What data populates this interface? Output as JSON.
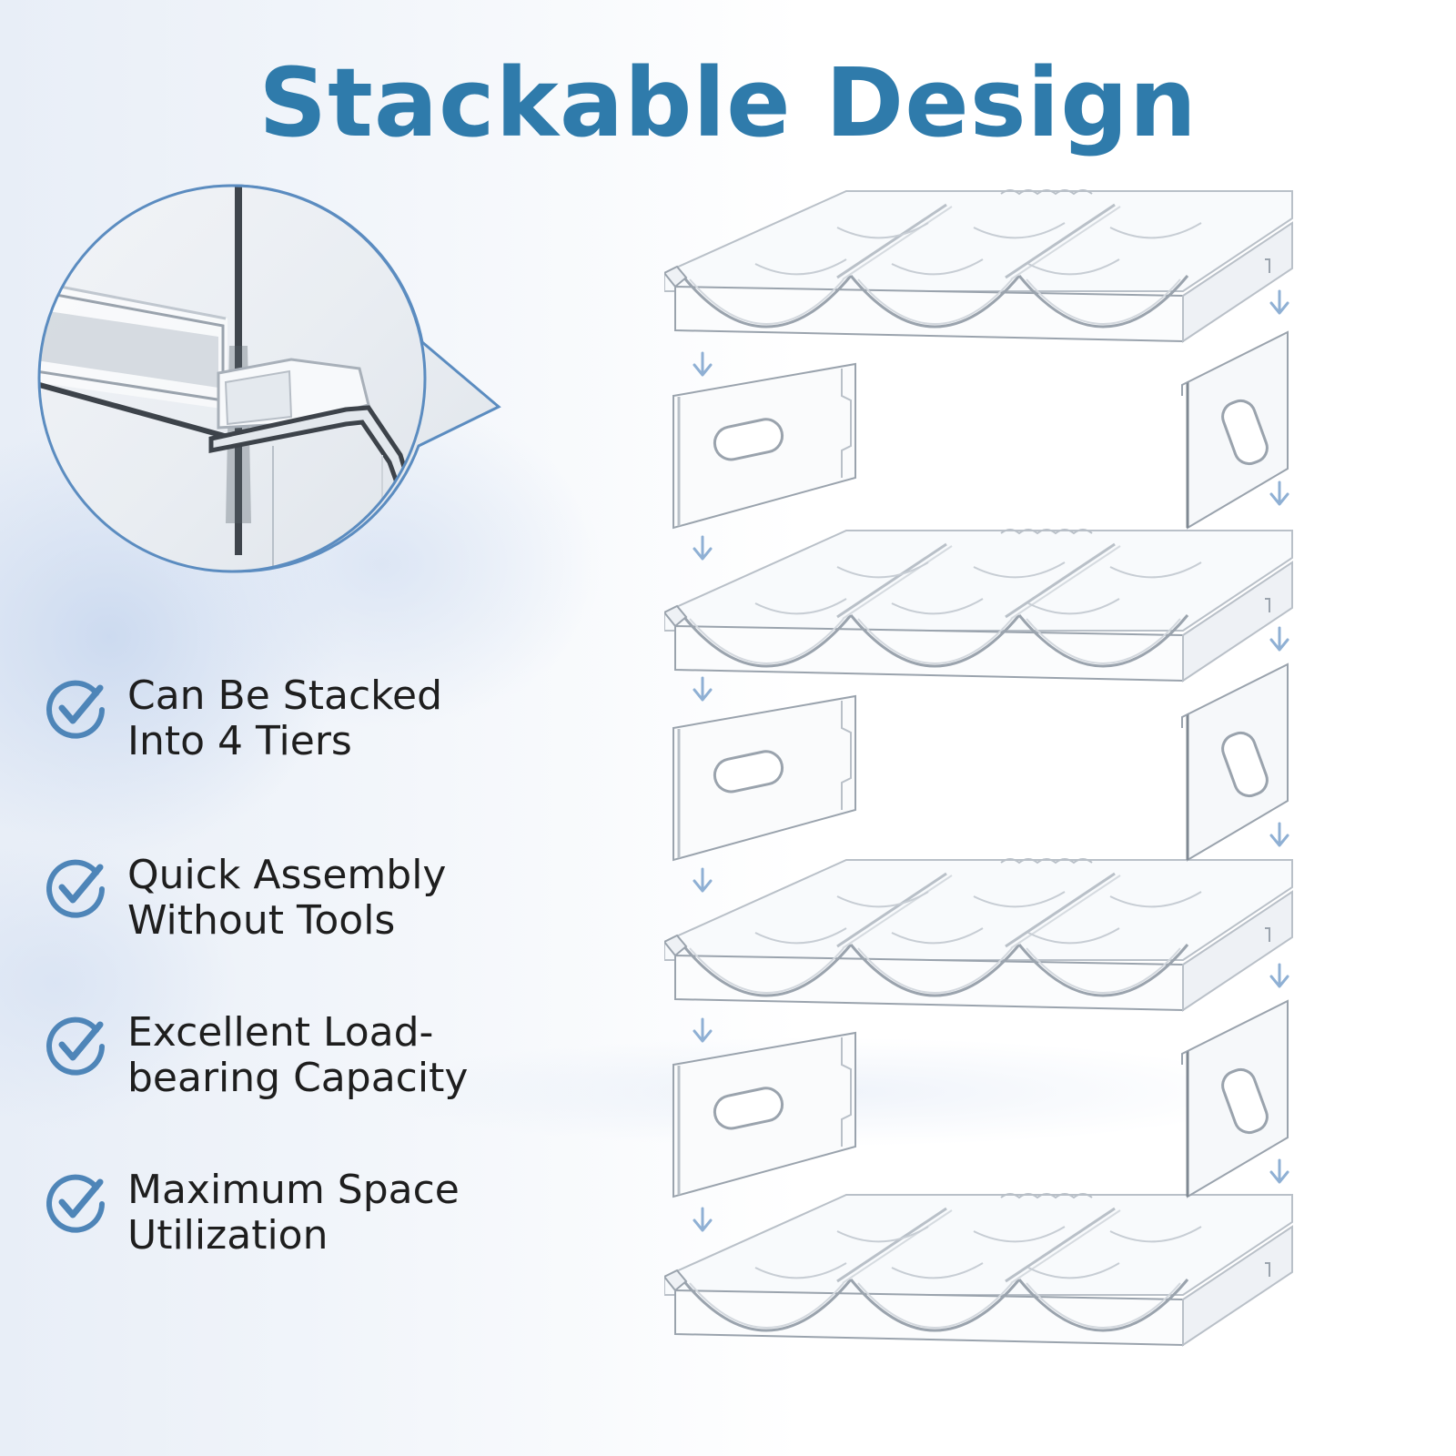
{
  "title": "Stackable Design",
  "colors": {
    "title": "#2f7bab",
    "check": "#4e85b8",
    "arrow": "#8fb0d4",
    "zoom_border": "#5b8cc0"
  },
  "icons": {
    "check": "check-circle-icon",
    "arrow": "arrow-down-icon"
  },
  "features": [
    {
      "line1": "Can Be Stacked",
      "line2": "Into 4 Tiers"
    },
    {
      "line1": "Quick Assembly",
      "line2": "Without Tools"
    },
    {
      "line1": "Excellent Load-",
      "line2": "bearing Capacity"
    },
    {
      "line1": "Maximum Space",
      "line2": "Utilization"
    }
  ]
}
